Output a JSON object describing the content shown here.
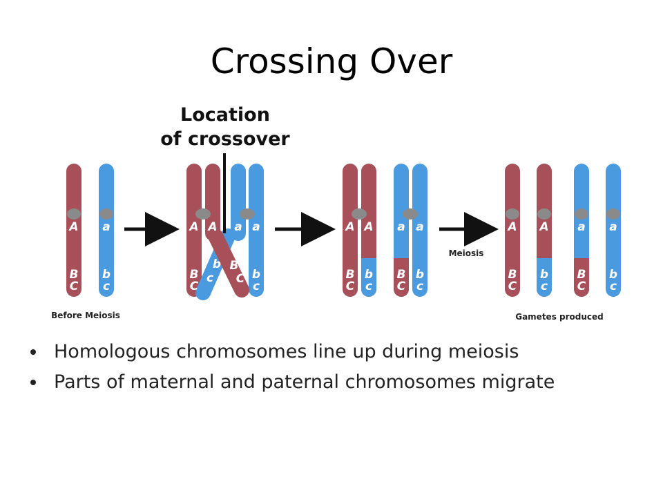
{
  "title": "Crossing Over",
  "figure": {
    "location_label_line1": "Location",
    "location_label_line2": "of crossover",
    "before_label": "Before Meiosis",
    "meiosis_label": "Meiosis",
    "gametes_label": "Gametes produced",
    "colors": {
      "maternal": "#a8505a",
      "paternal": "#4a9ae0",
      "centromere": "#8a8a8a"
    },
    "gene_labels": {
      "A": "A",
      "a": "a",
      "B": "B",
      "b": "b",
      "C": "C",
      "c": "c"
    }
  },
  "bullets": [
    "Homologous chromosomes line up during meiosis",
    "Parts of maternal and paternal chromosomes migrate"
  ]
}
